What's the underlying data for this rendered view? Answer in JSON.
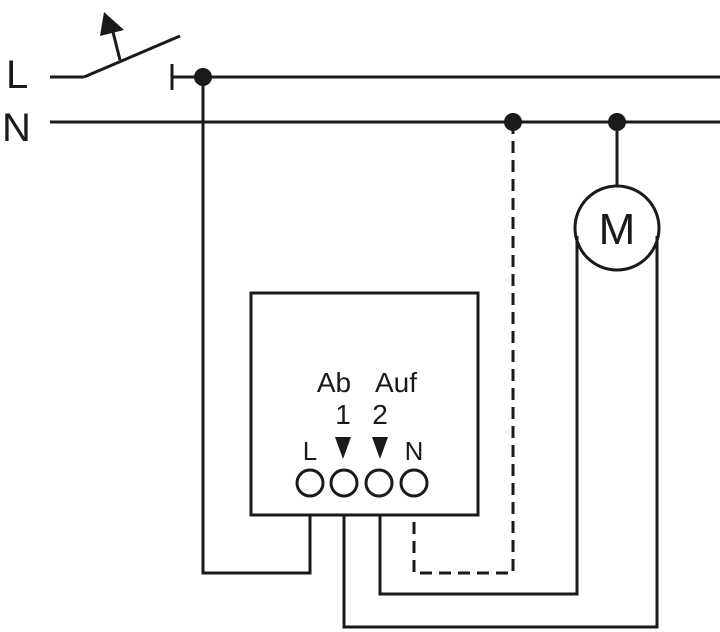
{
  "lines": {
    "live": "L",
    "neutral": "N"
  },
  "motor": {
    "label": "M"
  },
  "actuator": {
    "down_label": "Ab",
    "up_label": "Auf",
    "down_number": "1",
    "up_number": "2",
    "terminal_l": "L",
    "terminal_n": "N"
  },
  "colors": {
    "stroke": "#1a1a1a",
    "background": "#ffffff"
  }
}
